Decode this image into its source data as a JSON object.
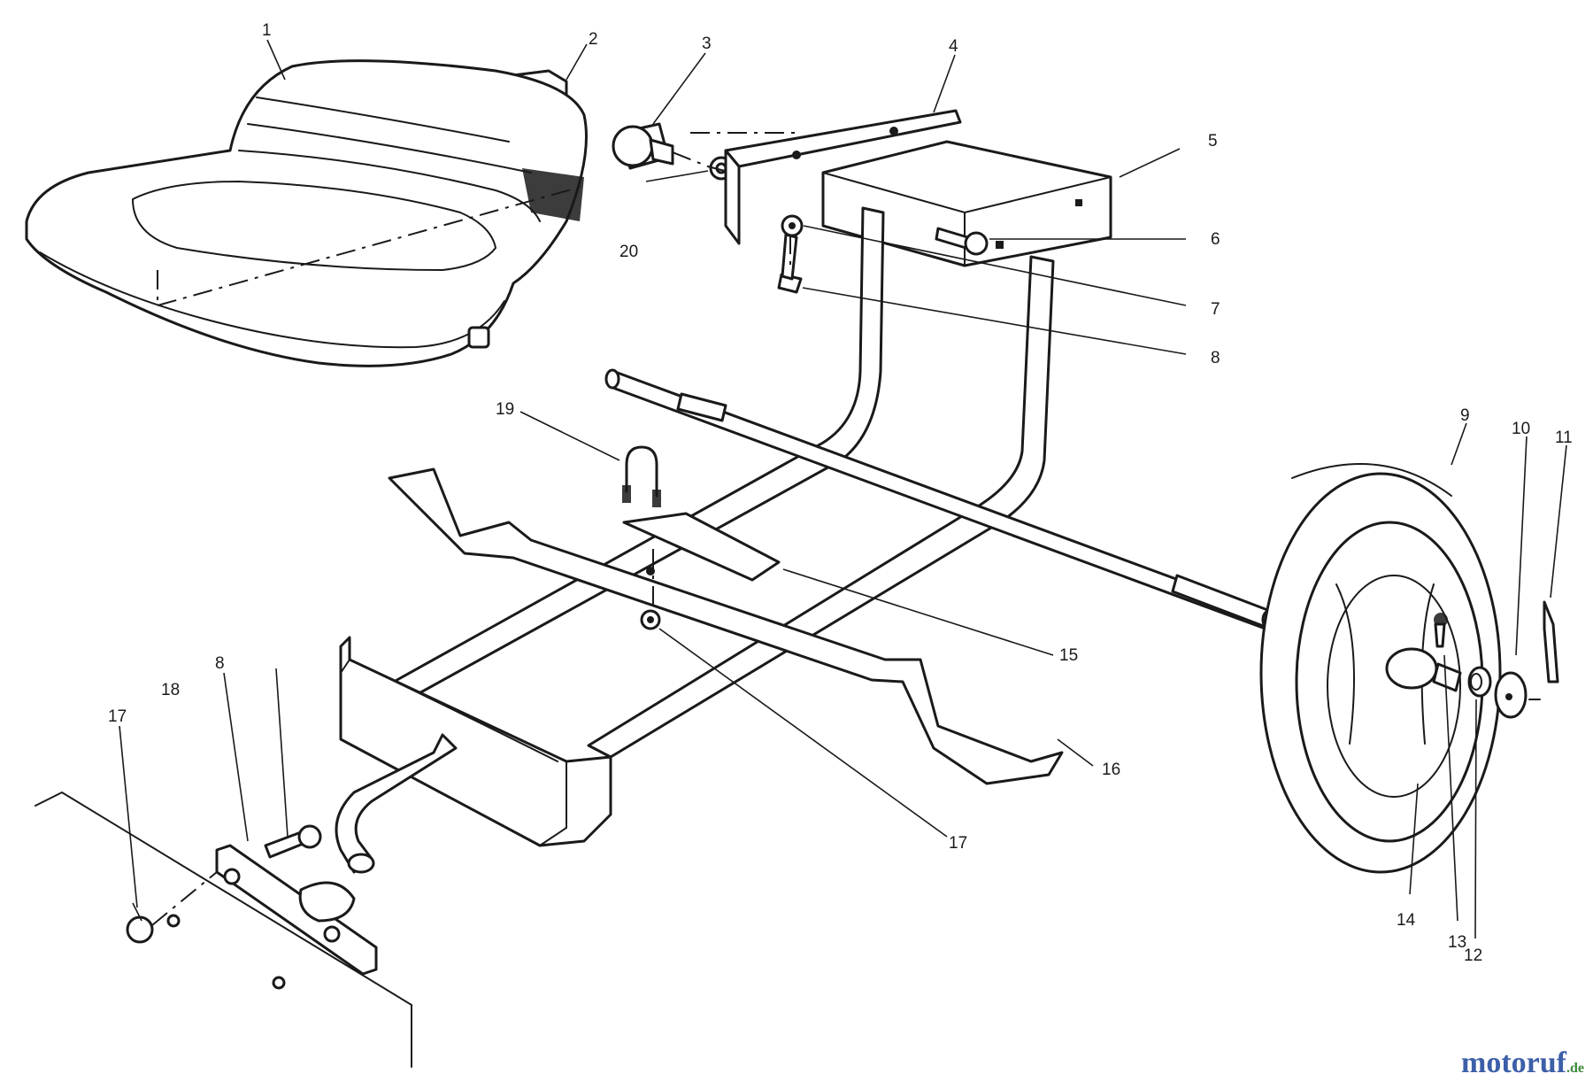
{
  "watermark": {
    "main": "motoruf",
    "accent": "",
    "tld": ".de",
    "colors": [
      "#3c5fa8",
      "#e08a1e",
      "#3c8a3c"
    ]
  },
  "callouts": [
    {
      "id": "1",
      "text": "1"
    },
    {
      "id": "2",
      "text": "2"
    },
    {
      "id": "3",
      "text": "3"
    },
    {
      "id": "4",
      "text": "4"
    },
    {
      "id": "5",
      "text": "5"
    },
    {
      "id": "6",
      "text": "6"
    },
    {
      "id": "7",
      "text": "7"
    },
    {
      "id": "8a",
      "text": "8"
    },
    {
      "id": "9",
      "text": "9"
    },
    {
      "id": "10",
      "text": "10"
    },
    {
      "id": "11",
      "text": "11"
    },
    {
      "id": "12",
      "text": "12"
    },
    {
      "id": "13",
      "text": "13"
    },
    {
      "id": "14",
      "text": "14"
    },
    {
      "id": "15",
      "text": "15"
    },
    {
      "id": "16",
      "text": "16"
    },
    {
      "id": "17a",
      "text": "17"
    },
    {
      "id": "17b",
      "text": "17"
    },
    {
      "id": "8b",
      "text": "8"
    },
    {
      "id": "18",
      "text": "18"
    },
    {
      "id": "19",
      "text": "19"
    },
    {
      "id": "20",
      "text": "20"
    }
  ]
}
